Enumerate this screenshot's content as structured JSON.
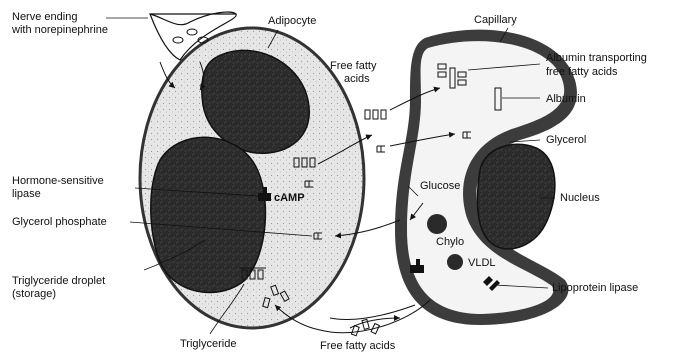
{
  "labels": {
    "nerve_ending_line1": "Nerve ending",
    "nerve_ending_line2": "with norepinephrine",
    "adipocyte": "Adipocyte",
    "capillary": "Capillary",
    "free_fatty_acids_top_line1": "Free fatty",
    "free_fatty_acids_top_line2": "acids",
    "albumin_transport_line1": "Albumin transporting",
    "albumin_transport_line2": "free fatty acids",
    "albumin": "Albumin",
    "glycerol": "Glycerol",
    "hsl_line1": "Hormone-sensitive",
    "hsl_line2": "lipase",
    "camp": "cAMP",
    "glucose": "Glucose",
    "nucleus": "Nucleus",
    "glycerol_phosphate": "Glycerol phosphate",
    "chylo": "Chylo",
    "vldl": "VLDL",
    "tg_droplet_line1": "Triglyceride droplet",
    "tg_droplet_line2": "(storage)",
    "lipoprotein_lipase": "Lipoprotein lipase",
    "triglyceride": "Triglyceride",
    "free_fatty_acids_bottom": "Free fatty acids"
  },
  "colors": {
    "ink": "#111111",
    "cytoplasm": "#e4e4e4",
    "droplet": "#2a2a2a",
    "membrane": "#3a3a3a"
  }
}
